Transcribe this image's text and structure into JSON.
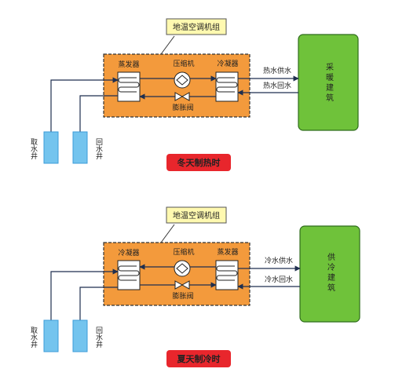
{
  "diagrams": [
    {
      "unit_label": "地温空调机组",
      "left_hx": "蒸发器",
      "compressor": "压缩机",
      "right_hx": "冷凝器",
      "valve": "膨胀阀",
      "supply_pipe": "热水供水",
      "return_pipe": "热水回水",
      "building": "采暖建筑",
      "well_take": "取水井",
      "well_return": "回水井",
      "mode_label": "冬天制热时"
    },
    {
      "unit_label": "地温空调机组",
      "left_hx": "冷凝器",
      "compressor": "压缩机",
      "right_hx": "蒸发器",
      "valve": "膨胀阀",
      "supply_pipe": "冷水供水",
      "return_pipe": "冷水回水",
      "building": "供冷建筑",
      "well_take": "取水井",
      "well_return": "回水井",
      "mode_label": "夏天制冷时"
    }
  ],
  "colors": {
    "unit_fill": "#f39a3c",
    "unit_border": "#333333",
    "label_box_fill": "#fff9b0",
    "building_fill": "#6fc23a",
    "building_border": "#2f6d1c",
    "mode_fill": "#e8262c",
    "mode_text": "#ffffff",
    "pipe": "#1f2f4f",
    "well_water": "#74c4ee",
    "well_border": "#3b9bd8"
  }
}
